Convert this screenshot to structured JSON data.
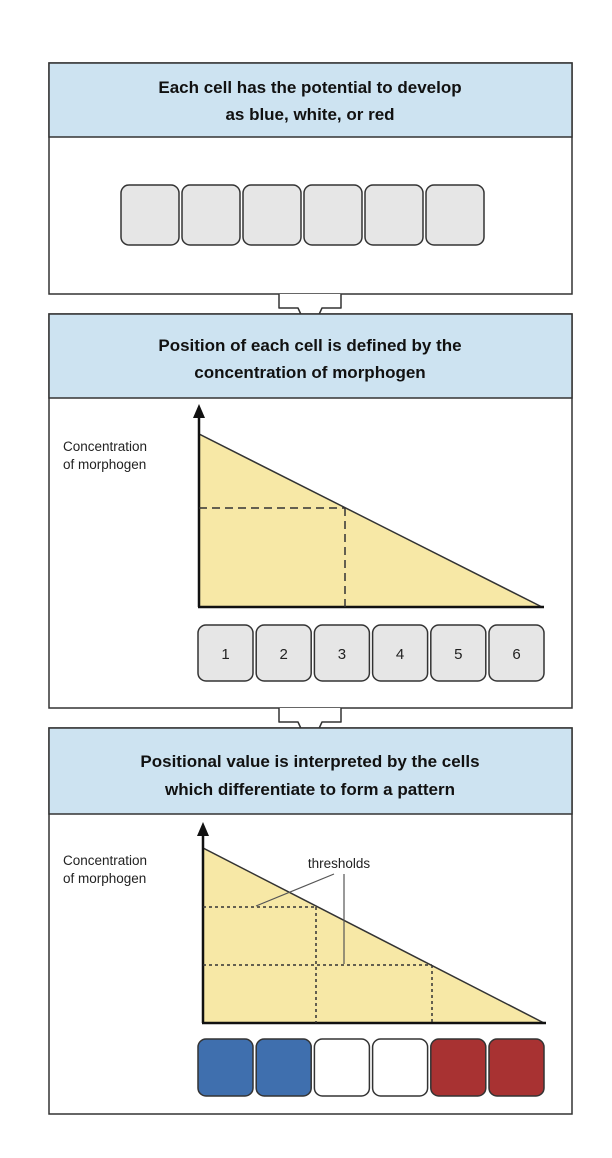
{
  "panels": [
    {
      "title_lines": [
        "Each cell has the potential to develop",
        "as blue, white, or red"
      ]
    },
    {
      "title_lines": [
        "Position of each cell is defined by the",
        "concentration of morphogen"
      ],
      "axis_label_lines": [
        "Concentration",
        "of morphogen"
      ],
      "cell_numbers": [
        "1",
        "2",
        "3",
        "4",
        "5",
        "6"
      ]
    },
    {
      "title_lines": [
        "Positional value is interpreted by the cells",
        "which differentiate to form a pattern"
      ],
      "axis_label_lines": [
        "Concentration",
        "of morphogen"
      ],
      "thresholds_label": "thresholds",
      "cell_colors": [
        "#3f6fae",
        "#3f6fae",
        "#ffffff",
        "#ffffff",
        "#a83232",
        "#a83232"
      ]
    }
  ],
  "colors": {
    "header_fill": "#cde3f1",
    "gradient_fill": "#f7e8a6",
    "cell_fill": "#e6e6e6",
    "border": "#333333"
  }
}
